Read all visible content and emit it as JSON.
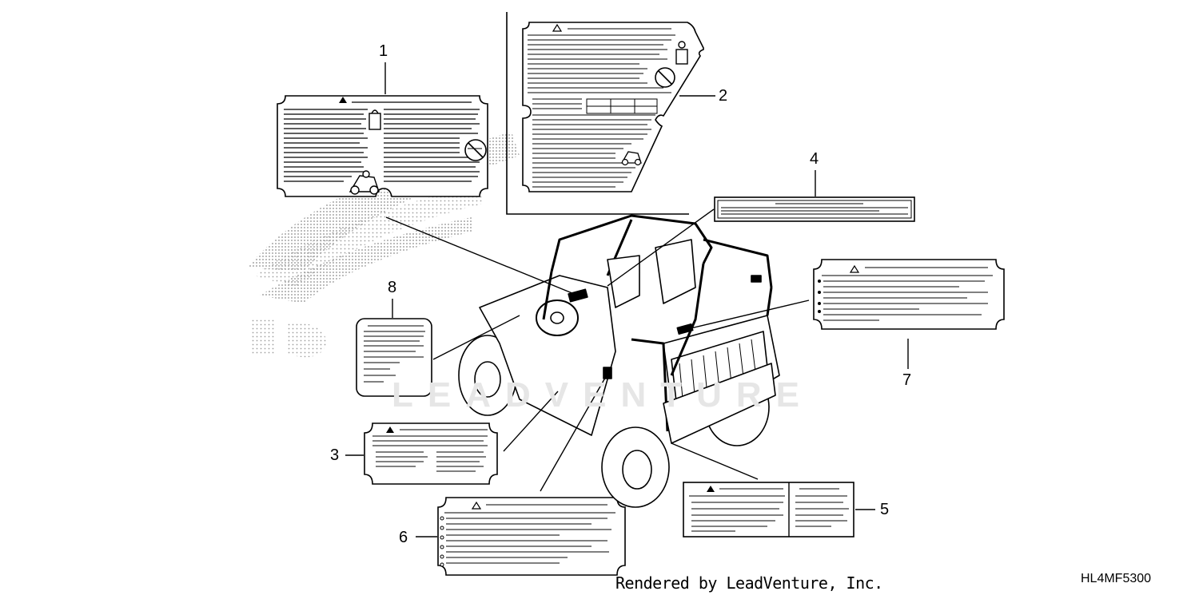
{
  "callouts": {
    "c1": "1",
    "c2": "2",
    "c3": "3",
    "c4": "4",
    "c5": "5",
    "c6": "6",
    "c7": "7",
    "c8": "8"
  },
  "footer": {
    "rendered_by": "Rendered by LeadVenture, Inc.",
    "diagram_code": "HL4MF5300"
  },
  "watermark": {
    "text": "LEADVENTURE"
  },
  "colors": {
    "line": "#000000",
    "halftone": "#9a9a9a",
    "background": "#ffffff"
  }
}
